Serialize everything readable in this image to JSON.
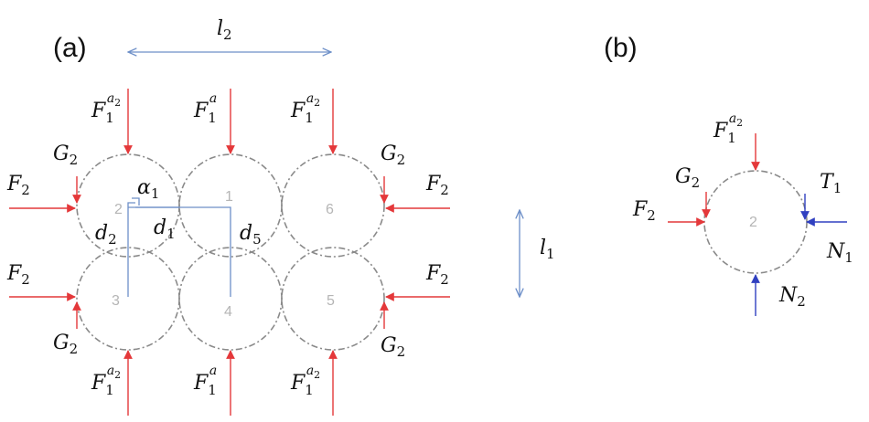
{
  "panels": {
    "a": "(a)",
    "b": "(b)"
  },
  "colors": {
    "force": "#e4383a",
    "reaction": "#3040c0",
    "dimension": "#6d8fc8",
    "circle": "#8a8a8a"
  },
  "circle_numbers": [
    "2",
    "1",
    "6",
    "3",
    "4",
    "5",
    "2"
  ],
  "dimensions": {
    "l2": {
      "base": "l",
      "sub": "2"
    },
    "l1": {
      "base": "l",
      "sub": "1"
    },
    "alpha1": {
      "base": "α",
      "sub": "1"
    },
    "d1": {
      "base": "d",
      "sub": "1"
    },
    "d2": {
      "base": "d",
      "sub": "2"
    },
    "d5": {
      "base": "d",
      "sub": "5"
    }
  },
  "forces": {
    "F1a2": {
      "base": "F",
      "sub": "1",
      "sup": "a",
      "supsub": "2"
    },
    "F1a": {
      "base": "F",
      "sub": "1",
      "sup": "a"
    },
    "F2": {
      "base": "F",
      "sub": "2"
    },
    "G2": {
      "base": "G",
      "sub": "2"
    },
    "T1": {
      "base": "T",
      "sub": "1"
    },
    "N1": {
      "base": "N",
      "sub": "1"
    },
    "N2": {
      "base": "N",
      "sub": "2"
    }
  }
}
